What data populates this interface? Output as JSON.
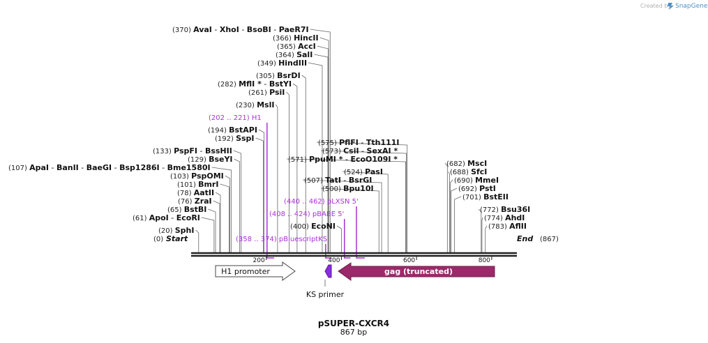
{
  "credit": {
    "prefix": "Created by",
    "brand": "SnapGene",
    "color": "#4a90c8",
    "icon": "snapgene-logo-icon"
  },
  "plasmid": {
    "name": "pSUPER-CXCR4",
    "length": "867 bp"
  },
  "ends": {
    "start_pos": "(0)",
    "start_label": "Start",
    "end_label": "End",
    "end_pos": "(867)"
  },
  "ruler": {
    "ticks": [
      "200",
      "400",
      "600",
      "800"
    ]
  },
  "sites": [
    {
      "pos": "(370)",
      "names": [
        "AvaI",
        "XhoI",
        "BsoBI",
        "PaeR7I"
      ]
    },
    {
      "pos": "(366)",
      "names": [
        "HincII"
      ]
    },
    {
      "pos": "(365)",
      "names": [
        "AccI"
      ]
    },
    {
      "pos": "(364)",
      "names": [
        "SalI"
      ]
    },
    {
      "pos": "(349)",
      "names": [
        "HindIII"
      ]
    },
    {
      "pos": "(305)",
      "names": [
        "BsrDI"
      ]
    },
    {
      "pos": "(282)",
      "names": [
        "MflI *",
        "BstYI"
      ]
    },
    {
      "pos": "(261)",
      "names": [
        "PsiI"
      ]
    },
    {
      "pos": "(230)",
      "names": [
        "MslI"
      ]
    },
    {
      "pos": "(194)",
      "names": [
        "BstAPI"
      ]
    },
    {
      "pos": "(192)",
      "names": [
        "SspI"
      ]
    },
    {
      "pos": "(133)",
      "names": [
        "PspFI",
        "BssHII"
      ]
    },
    {
      "pos": "(129)",
      "names": [
        "BseYI"
      ]
    },
    {
      "pos": "(107)",
      "names": [
        "ApaI",
        "BanII",
        "BaeGI",
        "Bsp1286I",
        "Bme1580I"
      ]
    },
    {
      "pos": "(103)",
      "names": [
        "PspOMI"
      ]
    },
    {
      "pos": "(101)",
      "names": [
        "BmrI"
      ]
    },
    {
      "pos": "(78)",
      "names": [
        "AatII"
      ]
    },
    {
      "pos": "(76)",
      "names": [
        "ZraI"
      ]
    },
    {
      "pos": "(65)",
      "names": [
        "BstBI"
      ]
    },
    {
      "pos": "(61)",
      "names": [
        "ApoI",
        "EcoRI"
      ]
    },
    {
      "pos": "(20)",
      "names": [
        "SphI"
      ]
    },
    {
      "pos": "(575)",
      "names": [
        "PflFI",
        "Tth111I"
      ]
    },
    {
      "pos": "(573)",
      "names": [
        "CsiI",
        "SexAI *"
      ]
    },
    {
      "pos": "(571)",
      "names": [
        "PpuMI *",
        "EcoO109I *"
      ]
    },
    {
      "pos": "(524)",
      "names": [
        "PasI"
      ]
    },
    {
      "pos": "(507)",
      "names": [
        "TatI",
        "BsrGI"
      ]
    },
    {
      "pos": "(500)",
      "names": [
        "Bpu10I"
      ]
    },
    {
      "pos": "(400)",
      "names": [
        "EcoNI"
      ]
    },
    {
      "pos": "(682)",
      "names": [
        "MscI"
      ]
    },
    {
      "pos": "(688)",
      "names": [
        "SfcI"
      ]
    },
    {
      "pos": "(690)",
      "names": [
        "MmeI"
      ]
    },
    {
      "pos": "(692)",
      "names": [
        "PstI"
      ]
    },
    {
      "pos": "(701)",
      "names": [
        "BstEII"
      ]
    },
    {
      "pos": "(772)",
      "names": [
        "Bsu36I"
      ]
    },
    {
      "pos": "(774)",
      "names": [
        "AhdI"
      ]
    },
    {
      "pos": "(783)",
      "names": [
        "AflII"
      ]
    }
  ],
  "primers": [
    {
      "range": "(202 .. 221)",
      "name": "H1"
    },
    {
      "range": "(440 .. 462)",
      "name": "pLXSN 5'"
    },
    {
      "range": "(408 .. 424)",
      "name": "pBABE 5'"
    },
    {
      "range": "(358 .. 374)",
      "name": "pBluescriptKS"
    }
  ],
  "features": [
    {
      "name": "H1 promoter"
    },
    {
      "name": "gag (truncated)"
    },
    {
      "name": "KS primer"
    }
  ],
  "colors": {
    "primer": "#a733d6",
    "gag": "#9b2a6a",
    "ks": "#8a2be2",
    "backbone": "#222222"
  }
}
